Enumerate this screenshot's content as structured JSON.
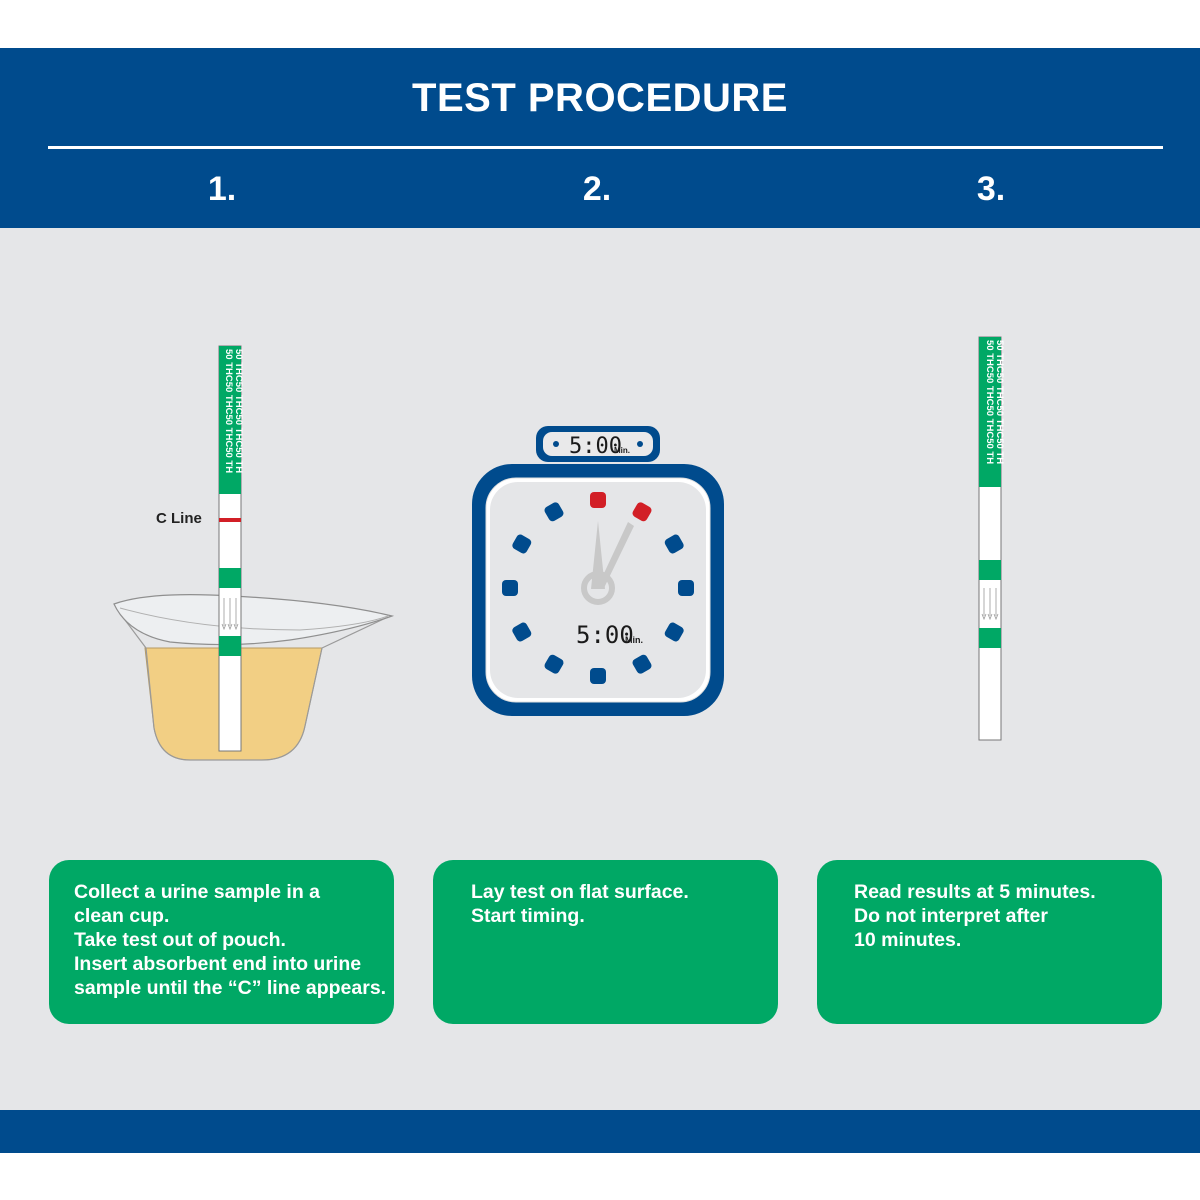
{
  "header": {
    "title": "TEST PROCEDURE",
    "steps": [
      "1.",
      "2.",
      "3."
    ]
  },
  "strip": {
    "label_text": "50 THC50 THC50 THC50 TH",
    "c_line_label": "C Line"
  },
  "timer": {
    "top_display": "5:00",
    "face_display": "5:00",
    "unit": "Min."
  },
  "cards": [
    {
      "lines": [
        "Collect a urine sample in a",
        "clean cup.",
        "Take test out of pouch.",
        "Insert absorbent end into urine",
        "sample until the “C” line appears."
      ]
    },
    {
      "lines": [
        "Lay test on flat surface.",
        "Start timing."
      ]
    },
    {
      "lines": [
        "Read results at 5 minutes.",
        "Do not interpret after",
        "10 minutes."
      ]
    }
  ],
  "colors": {
    "navy": "#004b8d",
    "green": "#00a865",
    "background": "#e5e6e8",
    "urine": "#f2cf84",
    "red": "#d21f26"
  },
  "icons": [
    "urine-cup-icon",
    "test-strip-icon",
    "timer-icon"
  ]
}
